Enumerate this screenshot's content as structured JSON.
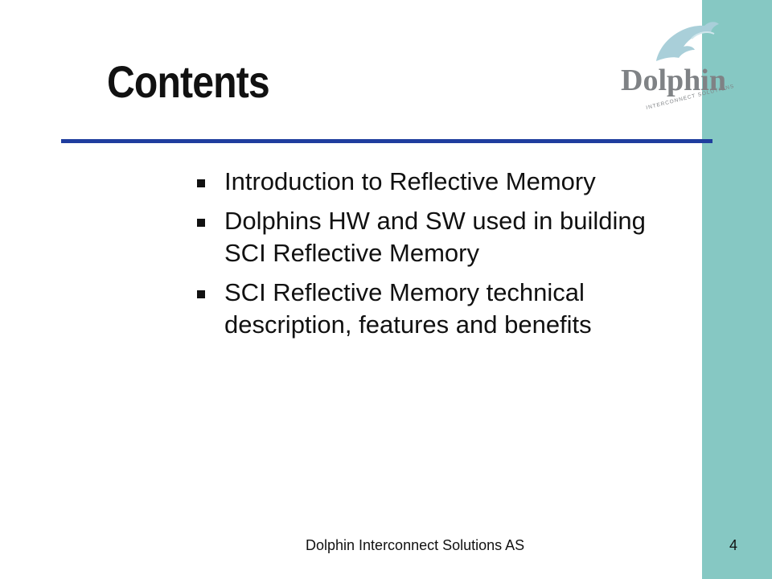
{
  "slide": {
    "title": "Contents",
    "bullets": [
      "Introduction to Reflective Memory",
      "Dolphins HW and SW used in building SCI Reflective Memory",
      "SCI Reflective Memory technical description, features and benefits"
    ],
    "footer": "Dolphin Interconnect Solutions AS",
    "page_number": "4"
  },
  "logo": {
    "wordmark": "Dolphin",
    "tagline": "INTERCONNECT SOLUTIONS",
    "color": "#7f8285"
  },
  "colors": {
    "side_band": "#86c8c3",
    "rule": "#1f3d9e",
    "text": "#111111"
  }
}
